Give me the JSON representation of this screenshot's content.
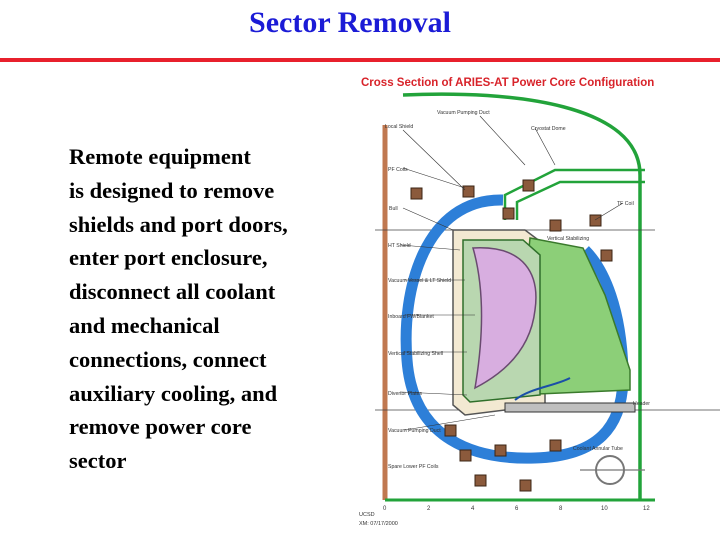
{
  "slide": {
    "title": "Sector Removal",
    "body_lines": [
      "Remote equipment",
      "is designed to remove",
      "shields and port doors,",
      "enter port enclosure,",
      "disconnect all coolant",
      "and mechanical",
      "connections, connect",
      "auxiliary cooling, and",
      "remove power core",
      "sector"
    ]
  },
  "figure": {
    "caption": "Cross Section of ARIES-AT Power Core Configuration",
    "labels": {
      "local_shield": "Local Shield",
      "vacuum_pumping_duct_top": "Vacuum Pumping Duct",
      "cryostat_dome": "Cryostat Dome",
      "pf_coils": "PF Coils",
      "tf_coil": "TF Coil",
      "bull": "Bull",
      "ht_shield": "HT Shield",
      "vertical_stabilizing": "Vertical Stabilizing",
      "vacuum_vessel": "Vacuum Vessel & LT Shield",
      "inboard_blanket": "Inboard FW/Blanket",
      "vertical_stabilizing_shell": "Vertical Stabilizing Shell",
      "divertor_plates": "Divertor Plates",
      "header": "Header",
      "vacuum_pumping_duct": "Vacuum Pumping Duct",
      "coolant_annular_tube": "Coolant Annular Tube",
      "spare_lower_pf_coils": "Spare Lower PF Coils",
      "ucsd": "UCSD",
      "date": "XM: 07/17/2000"
    },
    "axis_ticks": [
      "0",
      "2",
      "4",
      "6",
      "8",
      "10",
      "12"
    ]
  },
  "colors": {
    "title": "#1b1bd6",
    "rule": "#e8202c",
    "caption": "#d8232a",
    "plasma_ring": "#2d7fd8",
    "blanket": "#d8aee0",
    "sector": "#8ccf78",
    "cryostat": "#22a33a"
  }
}
